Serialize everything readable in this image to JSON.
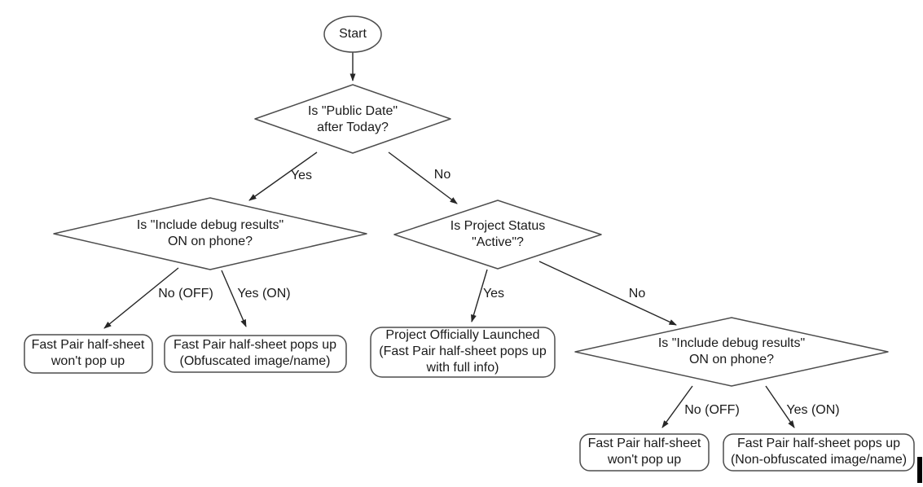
{
  "diagram": {
    "type": "flowchart",
    "nodes": {
      "start": {
        "type": "terminator",
        "label": "Start"
      },
      "d_public_date": {
        "type": "decision",
        "label": "Is \"Public Date\"\nafter Today?"
      },
      "d_debug_left": {
        "type": "decision",
        "label": "Is \"Include debug results\"\nON on phone?"
      },
      "d_project_status": {
        "type": "decision",
        "label": "Is Project Status\n\"Active\"?"
      },
      "d_debug_right": {
        "type": "decision",
        "label": "Is \"Include debug results\"\nON on phone?"
      },
      "r_wont_popup_left": {
        "type": "result",
        "label": "Fast Pair half-sheet\nwon't pop up"
      },
      "r_obfuscated": {
        "type": "result",
        "label": "Fast Pair half-sheet pops up\n(Obfuscated image/name)"
      },
      "r_launched": {
        "type": "result",
        "label": "Project Officially Launched\n(Fast Pair half-sheet pops up\nwith full info)"
      },
      "r_wont_popup_right": {
        "type": "result",
        "label": "Fast Pair half-sheet\nwon't pop up"
      },
      "r_non_obfuscated": {
        "type": "result",
        "label": "Fast Pair half-sheet pops up\n(Non-obfuscated image/name)"
      }
    },
    "edges": [
      {
        "from": "start",
        "to": "d_public_date",
        "label": ""
      },
      {
        "from": "d_public_date",
        "to": "d_debug_left",
        "label": "Yes"
      },
      {
        "from": "d_public_date",
        "to": "d_project_status",
        "label": "No"
      },
      {
        "from": "d_debug_left",
        "to": "r_wont_popup_left",
        "label": "No (OFF)"
      },
      {
        "from": "d_debug_left",
        "to": "r_obfuscated",
        "label": "Yes (ON)"
      },
      {
        "from": "d_project_status",
        "to": "r_launched",
        "label": "Yes"
      },
      {
        "from": "d_project_status",
        "to": "d_debug_right",
        "label": "No"
      },
      {
        "from": "d_debug_right",
        "to": "r_wont_popup_right",
        "label": "No (OFF)"
      },
      {
        "from": "d_debug_right",
        "to": "r_non_obfuscated",
        "label": "Yes (ON)"
      }
    ],
    "colors": {
      "shape_stroke": "#4d4d4d",
      "edge_stroke": "#262626",
      "shape_fill": "#ffffff",
      "text": "#1a1a1a",
      "cursor_artifact": "#000000"
    }
  }
}
